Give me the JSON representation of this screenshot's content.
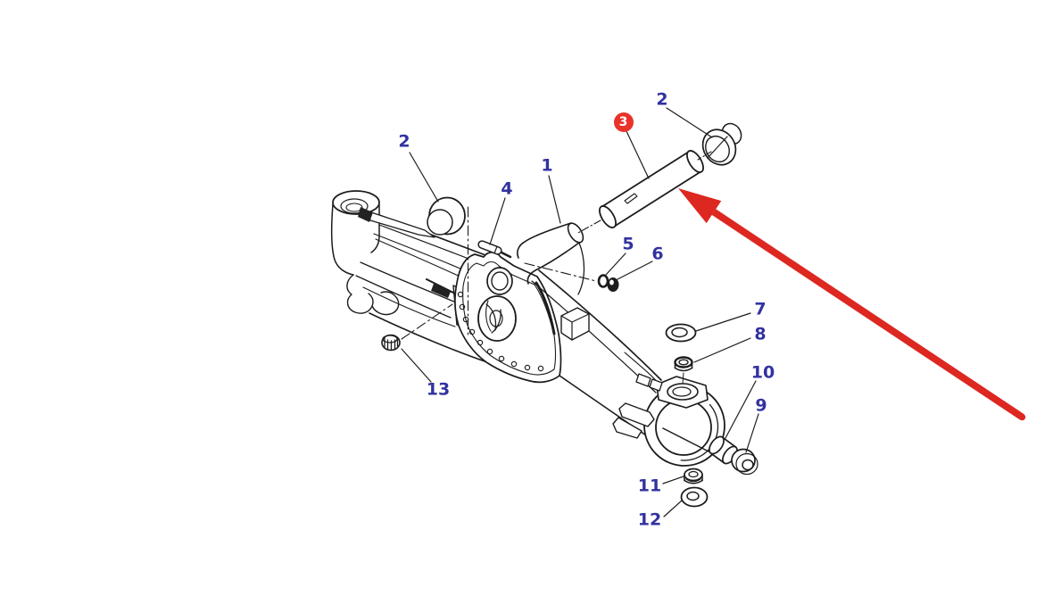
{
  "figure": {
    "type": "exploded-parts-diagram",
    "background_color": "#ffffff",
    "line_color": "#1c1c1c",
    "callout_color": "#3232a0",
    "highlight_badge": {
      "label": "3",
      "fill": "#e8322a",
      "text_color": "#ffffff"
    },
    "highlight_arrow_color": "#dd2721"
  },
  "callouts": [
    {
      "label": "2"
    },
    {
      "label": "4"
    },
    {
      "label": "1"
    },
    {
      "label": "3",
      "highlighted": true
    },
    {
      "label": "2"
    },
    {
      "label": "5"
    },
    {
      "label": "6"
    },
    {
      "label": "7"
    },
    {
      "label": "8"
    },
    {
      "label": "10"
    },
    {
      "label": "9"
    },
    {
      "label": "11"
    },
    {
      "label": "12"
    },
    {
      "label": "13"
    }
  ]
}
